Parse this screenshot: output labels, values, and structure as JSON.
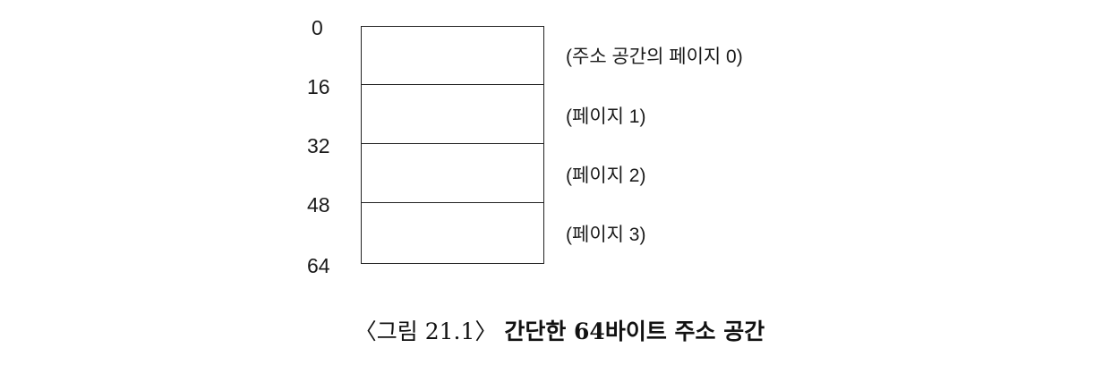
{
  "address_labels": [
    "0",
    "16",
    "32",
    "48",
    "64"
  ],
  "pages": [
    {
      "label": "(주소 공간의 페이지 0)"
    },
    {
      "label": "(페이지 1)"
    },
    {
      "label": "(페이지 2)"
    },
    {
      "label": "(페이지 3)"
    }
  ],
  "caption": {
    "figure_number": "〈그림 21.1〉",
    "title": "간단한 64바이트 주소 공간"
  },
  "colors": {
    "line": "#222222",
    "text": "#1a1a1a",
    "background": "#ffffff"
  }
}
